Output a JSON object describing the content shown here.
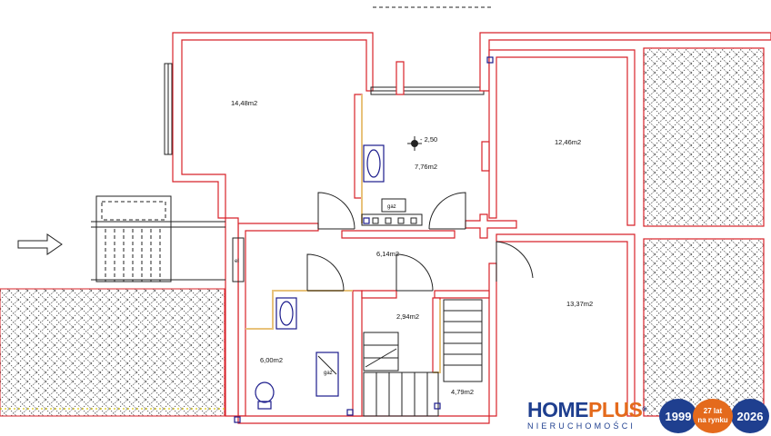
{
  "floorplan": {
    "areas": {
      "room_top_left": "14,48m2",
      "room_center": "7,76m2",
      "hall": "6,14m2",
      "room_right_top": "12,46m2",
      "room_right_bottom": "13,37m2",
      "closet": "2,94m2",
      "bathroom": "6,00m2",
      "stair_room": "4,79m2"
    },
    "level_mark": "- 2,50",
    "gas_top": "gaz",
    "gas_bath": "gaz",
    "meter_label": "el",
    "entrance_arrow_icon": "arrow-right-outline"
  },
  "branding": {
    "logo_home": "HOME",
    "logo_plus": "PLUS",
    "registered": "®",
    "logo_sub": "NIERUCHOMOŚCI",
    "year_start": "1999",
    "anniversary_line1": "27 lat",
    "anniversary_line2": "na rynku",
    "year_end": "2026",
    "colors": {
      "navy": "#1f3f8f",
      "orange": "#e46a1c",
      "wall_red": "#d8232a"
    }
  }
}
